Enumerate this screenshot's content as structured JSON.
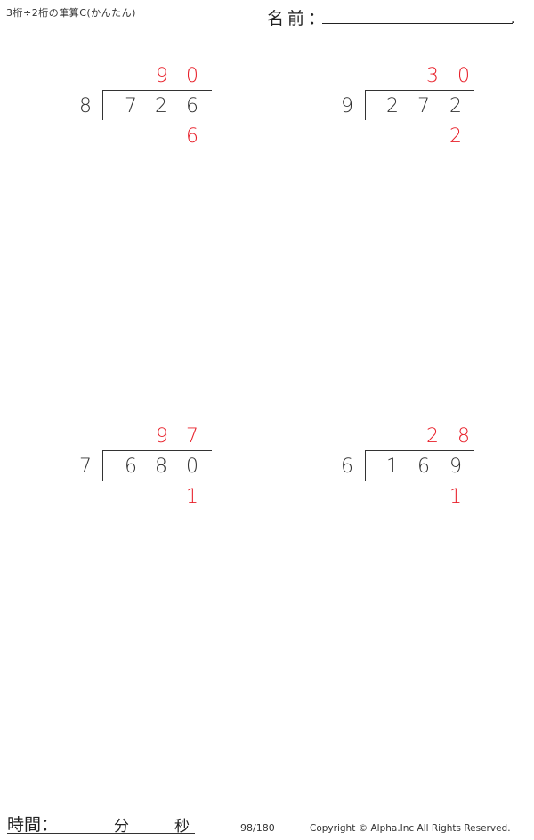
{
  "header": {
    "title": "3桁÷2桁の筆算C(かんたん)",
    "name_label": "名前：",
    "name_value": "",
    "name_end_mark": "."
  },
  "colors": {
    "answer_red": "#e8202a",
    "ink": "#333333"
  },
  "problems": [
    {
      "divisor": "8",
      "dividend": [
        "7",
        "2",
        "6"
      ],
      "quotient": [
        "9",
        "0"
      ],
      "remainder": "6"
    },
    {
      "divisor": "9",
      "dividend": [
        "2",
        "7",
        "2"
      ],
      "quotient": [
        "3",
        "0"
      ],
      "remainder": "2"
    },
    {
      "divisor": "7",
      "dividend": [
        "6",
        "8",
        "0"
      ],
      "quotient": [
        "9",
        "7"
      ],
      "remainder": "1"
    },
    {
      "divisor": "6",
      "dividend": [
        "1",
        "6",
        "9"
      ],
      "quotient": [
        "2",
        "8"
      ],
      "remainder": "1"
    }
  ],
  "footer": {
    "time_label": "時間：",
    "minutes_label": "分",
    "seconds_label": "秒",
    "page_number": "98/180",
    "copyright": "Copyright © Alpha.Inc All Rights Reserved."
  }
}
